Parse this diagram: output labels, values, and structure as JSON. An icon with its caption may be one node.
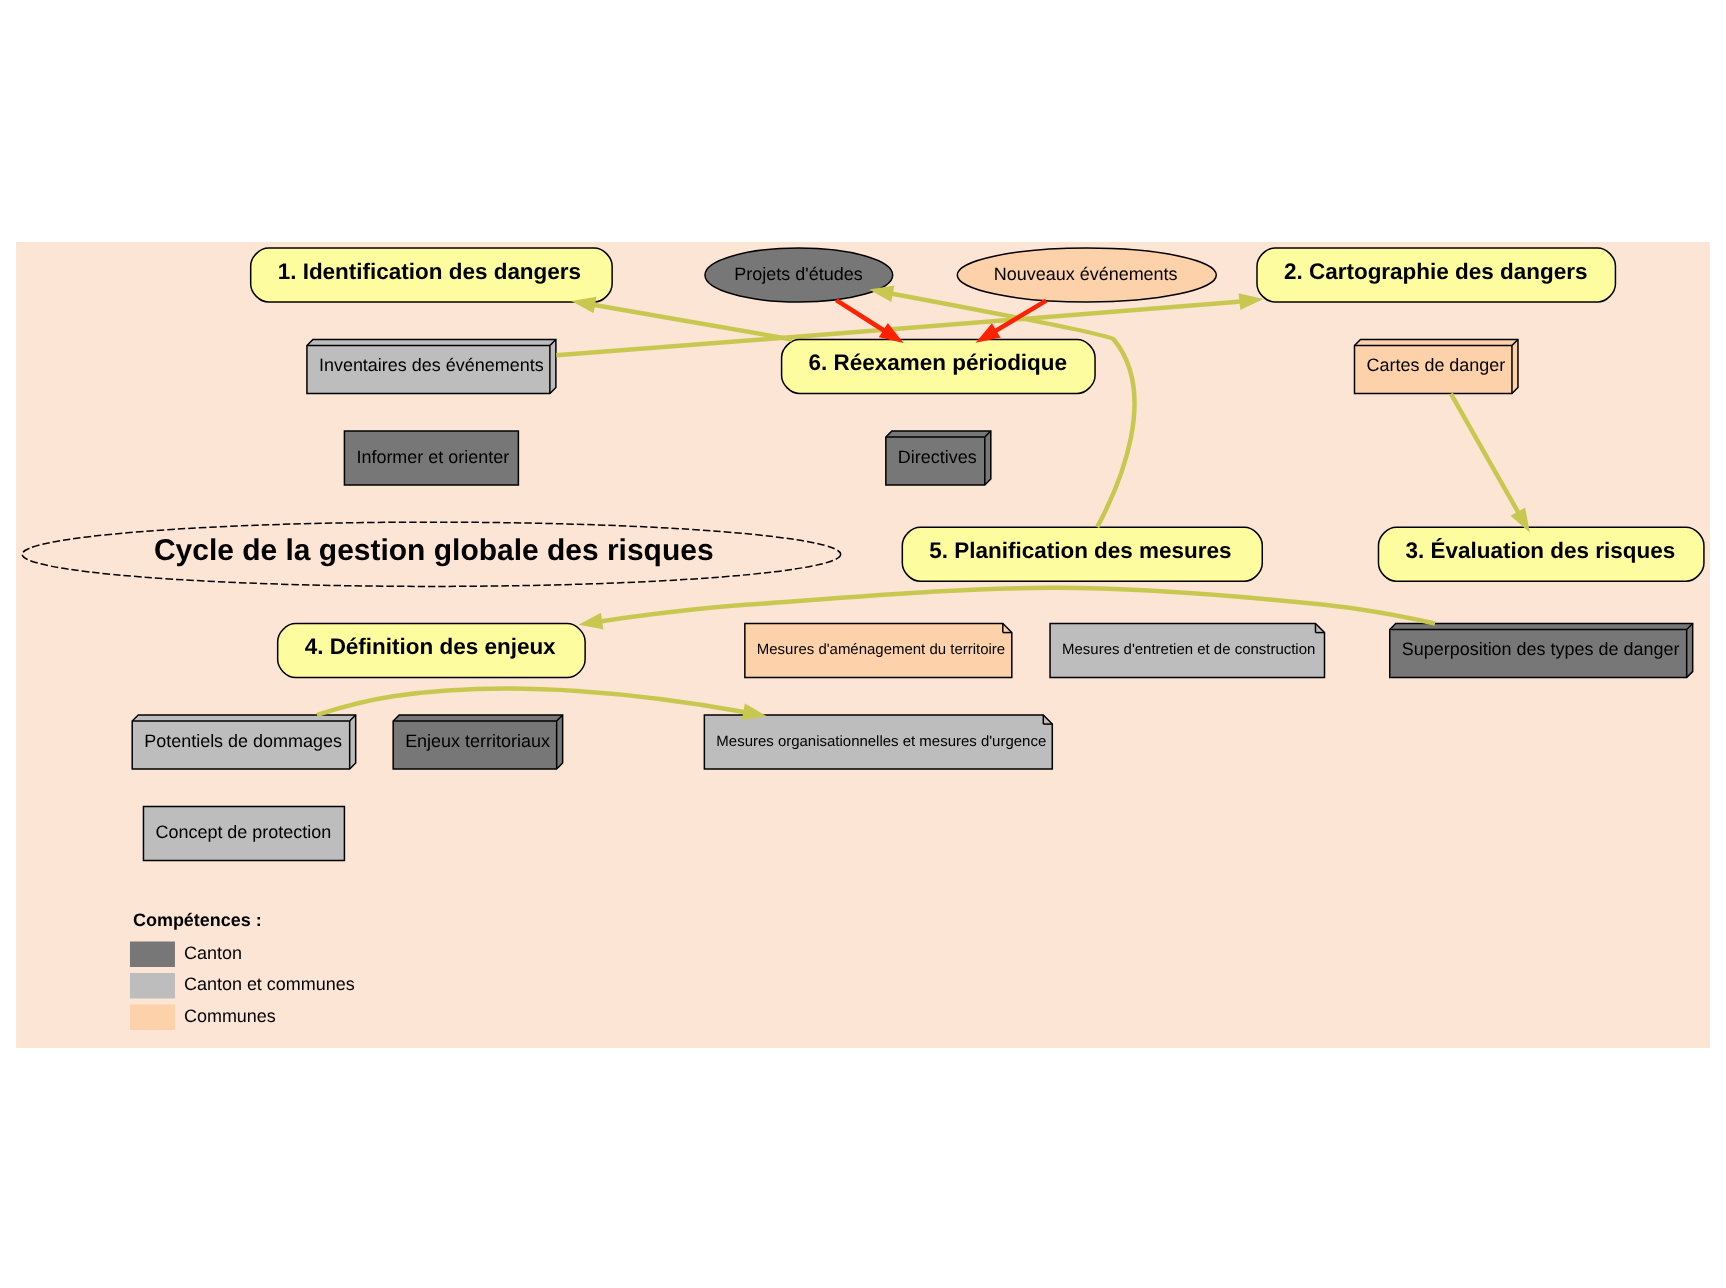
{
  "diagram": {
    "nodes": [
      {
        "text": [
          "1. Identification des dangers"
        ]
      },
      {
        "text": [
          "Inventaires des événements"
        ]
      },
      {
        "text": [
          "Informer et orienter"
        ]
      },
      {
        "text": [
          "2. Cartographie des dangers"
        ]
      },
      {
        "text": [
          "Cartes de danger"
        ]
      },
      {
        "text": [
          "3. Évaluation des risques"
        ]
      },
      {
        "text": [
          "Superposition des types de danger"
        ]
      },
      {
        "text": [
          "4. Définition des enjeux"
        ]
      },
      {
        "text": [
          "Potentiels de dommages"
        ]
      },
      {
        "text": [
          "Enjeux territoriaux"
        ]
      },
      {
        "text": [
          "Concept de protection"
        ]
      },
      {
        "text": [
          "5. Planification des mesures"
        ]
      },
      {
        "text": [
          "Mesures d'aménagement du territoire"
        ]
      },
      {
        "text": [
          "Mesures d'entretien et de construction"
        ]
      },
      {
        "text": [
          "Mesures organisationnelles et mesures d'urgence"
        ]
      },
      {
        "text": [
          "6. Réexamen périodique"
        ]
      },
      {
        "text": [
          "Directives"
        ]
      },
      {
        "text": [
          "Nouveaux événements"
        ]
      },
      {
        "text": [
          "Projets d'études"
        ]
      },
      {
        "text": [
          "Cycle de la gestion globale des risques"
        ]
      }
    ],
    "edges": [
      {
        "from": 15,
        "to": 0,
        "arrow": "to"
      },
      {
        "from": 1,
        "to": 3,
        "arrow": "to"
      },
      {
        "from": 4,
        "to": 5,
        "arrow": "to"
      },
      {
        "from": 6,
        "to": 7,
        "arrow": "to"
      },
      {
        "from": 8,
        "to": 14,
        "arrow": "to"
      },
      {
        "from": 11,
        "to": 18,
        "arrow": "to"
      },
      {
        "from": 18,
        "to": 15,
        "arrow": "to",
        "color": "#ff2200"
      },
      {
        "from": 17,
        "to": 15,
        "arrow": "to",
        "color": "#ff2200"
      }
    ],
    "labels": [
      "Compétences :"
    ],
    "legend": [
      {
        "text": "Canton",
        "color": "#777777"
      },
      {
        "text": "Canton et communes",
        "color": "#bdbdbd"
      },
      {
        "text": "Communes",
        "color": "#fdd1a9"
      }
    ]
  }
}
